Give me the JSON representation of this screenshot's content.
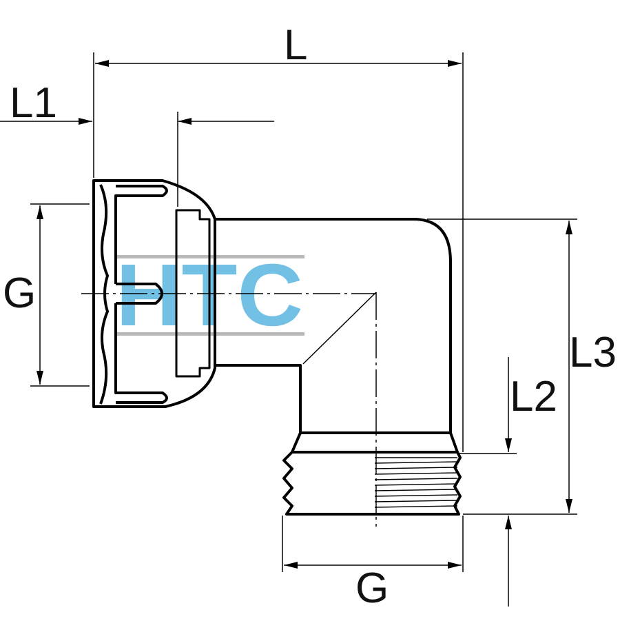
{
  "dimensions": {
    "L": "L",
    "L1": "L1",
    "L2": "L2",
    "L3": "L3",
    "G_inlet": "G",
    "G_outlet": "G"
  },
  "watermark": {
    "text": "HTC",
    "color": "#5ab6e0"
  },
  "colors": {
    "line": "#000000",
    "background": "#ffffff"
  }
}
